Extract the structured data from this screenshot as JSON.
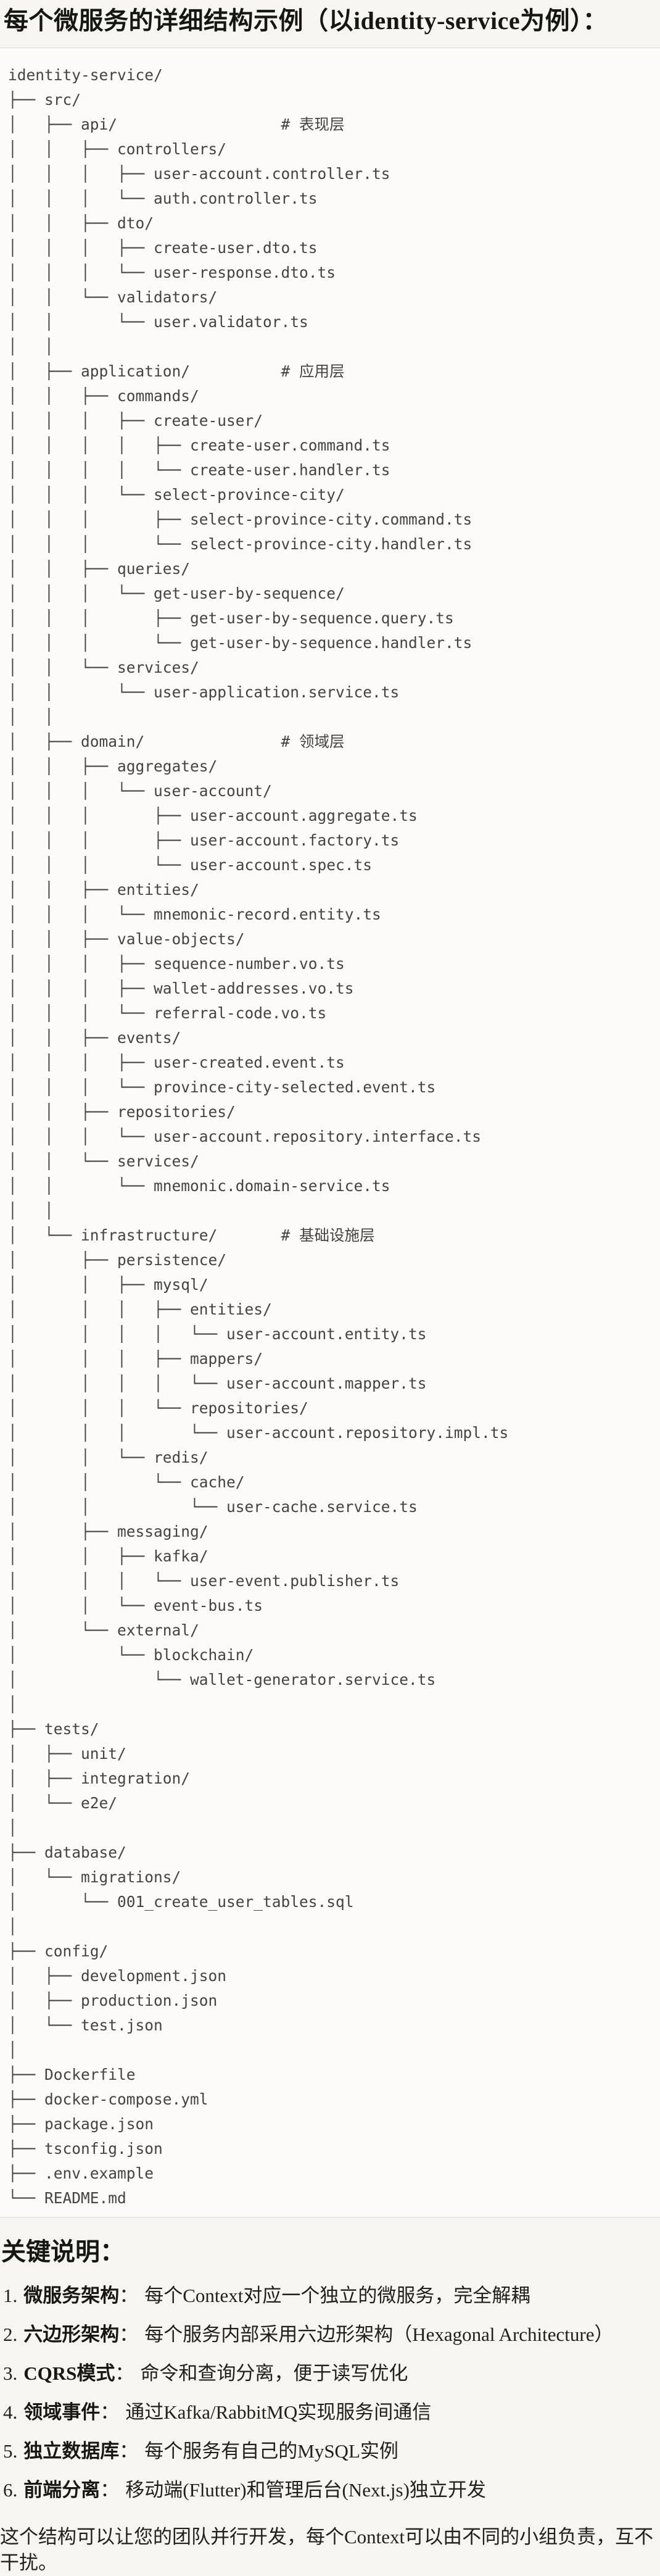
{
  "page": {
    "title": "每个微服务的详细结构示例（以identity-service为例）：",
    "tree": "identity-service/\n├── src/\n│   ├── api/                  # 表现层\n│   │   ├── controllers/\n│   │   │   ├── user-account.controller.ts\n│   │   │   └── auth.controller.ts\n│   │   ├── dto/\n│   │   │   ├── create-user.dto.ts\n│   │   │   └── user-response.dto.ts\n│   │   └── validators/\n│   │       └── user.validator.ts\n│   │\n│   ├── application/          # 应用层\n│   │   ├── commands/\n│   │   │   ├── create-user/\n│   │   │   │   ├── create-user.command.ts\n│   │   │   │   └── create-user.handler.ts\n│   │   │   └── select-province-city/\n│   │   │       ├── select-province-city.command.ts\n│   │   │       └── select-province-city.handler.ts\n│   │   ├── queries/\n│   │   │   └── get-user-by-sequence/\n│   │   │       ├── get-user-by-sequence.query.ts\n│   │   │       └── get-user-by-sequence.handler.ts\n│   │   └── services/\n│   │       └── user-application.service.ts\n│   │\n│   ├── domain/               # 领域层\n│   │   ├── aggregates/\n│   │   │   └── user-account/\n│   │   │       ├── user-account.aggregate.ts\n│   │   │       ├── user-account.factory.ts\n│   │   │       └── user-account.spec.ts\n│   │   ├── entities/\n│   │   │   └── mnemonic-record.entity.ts\n│   │   ├── value-objects/\n│   │   │   ├── sequence-number.vo.ts\n│   │   │   ├── wallet-addresses.vo.ts\n│   │   │   └── referral-code.vo.ts\n│   │   ├── events/\n│   │   │   ├── user-created.event.ts\n│   │   │   └── province-city-selected.event.ts\n│   │   ├── repositories/\n│   │   │   └── user-account.repository.interface.ts\n│   │   └── services/\n│   │       └── mnemonic.domain-service.ts\n│   │\n│   └── infrastructure/       # 基础设施层\n│       ├── persistence/\n│       │   ├── mysql/\n│       │   │   ├── entities/\n│       │   │   │   └── user-account.entity.ts\n│       │   │   ├── mappers/\n│       │   │   │   └── user-account.mapper.ts\n│       │   │   └── repositories/\n│       │   │       └── user-account.repository.impl.ts\n│       │   └── redis/\n│       │       └── cache/\n│       │           └── user-cache.service.ts\n│       ├── messaging/\n│       │   ├── kafka/\n│       │   │   └── user-event.publisher.ts\n│       │   └── event-bus.ts\n│       └── external/\n│           └── blockchain/\n│               └── wallet-generator.service.ts\n│\n├── tests/\n│   ├── unit/\n│   ├── integration/\n│   └── e2e/\n│\n├── database/\n│   └── migrations/\n│       └── 001_create_user_tables.sql\n│\n├── config/\n│   ├── development.json\n│   ├── production.json\n│   └── test.json\n│\n├── Dockerfile\n├── docker-compose.yml\n├── package.json\n├── tsconfig.json\n├── .env.example\n└── README.md",
    "notes_heading": "关键说明：",
    "notes": [
      {
        "num": "1.",
        "label": "微服务架构",
        "sep": "：",
        "text": "每个Context对应一个独立的微服务，完全解耦"
      },
      {
        "num": "2.",
        "label": "六边形架构",
        "sep": "：",
        "text": "每个服务内部采用六边形架构（Hexagonal Architecture）"
      },
      {
        "num": "3.",
        "label": "CQRS模式",
        "sep": "：",
        "text": "命令和查询分离，便于读写优化"
      },
      {
        "num": "4.",
        "label": "领域事件",
        "sep": "：",
        "text": "通过Kafka/RabbitMQ实现服务间通信"
      },
      {
        "num": "5.",
        "label": "独立数据库",
        "sep": "：",
        "text": "每个服务有自己的MySQL实例"
      },
      {
        "num": "6.",
        "label": "前端分离",
        "sep": "：",
        "text": "移动端(Flutter)和管理后台(Next.js)独立开发"
      }
    ],
    "footer": "这个结构可以让您的团队并行开发，每个Context可以由不同的小组负责，互不干扰。"
  },
  "colors": {
    "page_background": "#F7F5F0",
    "code_background": "#FCFBF9",
    "code_border": "#DFDDD7",
    "code_text": "#444340",
    "body_text": "#21201D"
  }
}
